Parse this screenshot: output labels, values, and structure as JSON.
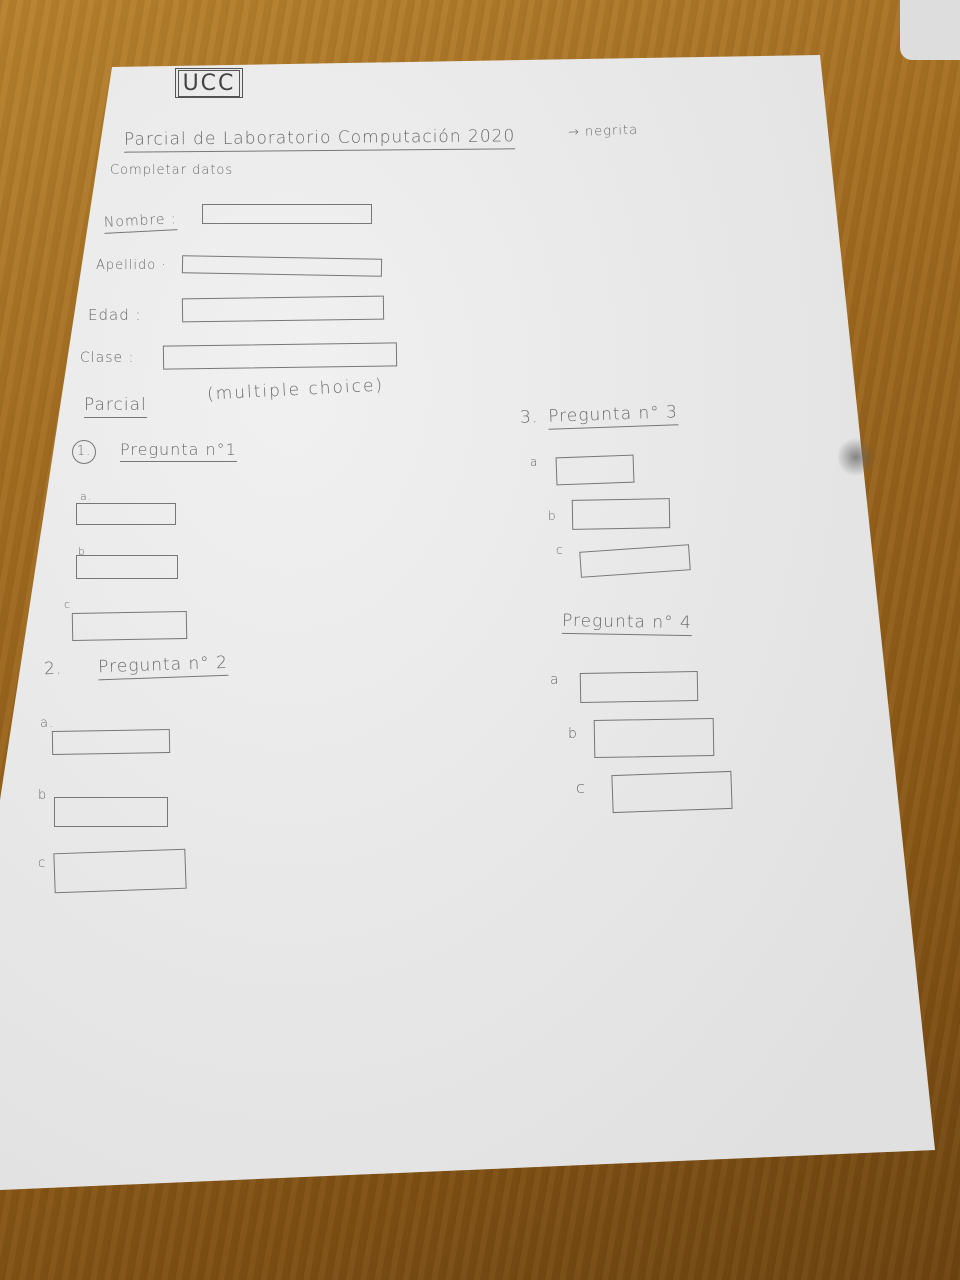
{
  "logo": "UCC",
  "title": "Parcial de Laboratorio Computación 2020",
  "title_note": "→ negrita",
  "subtitle": "Completar datos",
  "fields": [
    {
      "label": "Nombre :"
    },
    {
      "label": "Apellido ·"
    },
    {
      "label": "Edad :"
    },
    {
      "label": "Clase :"
    }
  ],
  "section": {
    "label": "Parcial",
    "note": "(multiple choice)"
  },
  "questions": [
    {
      "number": "1.",
      "title": "Pregunta n°1",
      "options": [
        "a.",
        "b",
        "c"
      ]
    },
    {
      "number": "2.",
      "title": "Pregunta n° 2",
      "options": [
        "a.",
        "b",
        "c"
      ]
    },
    {
      "number": "3.",
      "title": "Pregunta n° 3",
      "options": [
        "a",
        "b",
        "c"
      ]
    },
    {
      "number": "",
      "title": "Pregunta n° 4",
      "options": [
        "a",
        "b",
        "c"
      ]
    }
  ]
}
